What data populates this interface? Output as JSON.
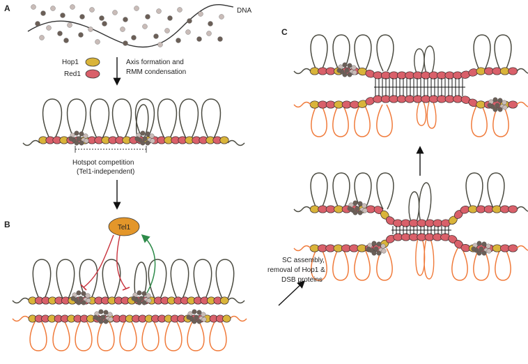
{
  "panels": {
    "a": "A",
    "b": "B",
    "c": "C"
  },
  "labels": {
    "dna": "DNA",
    "hop1": "Hop1",
    "red1": "Red1",
    "axis_line1": "Axis formation and",
    "axis_line2": "RMM condensation",
    "hotspot_line1": "Hotspot competition",
    "hotspot_line2": "(Tel1-independent)",
    "tel1": "Tel1",
    "sc_line1": "SC assembly,",
    "sc_line2": "removal of Hop1 &",
    "sc_line3": "DSB proteins"
  },
  "colors": {
    "hop1": "#d9b43a",
    "red1": "#d9606a",
    "tel1": "#e3962a",
    "chrom1_loop": "#4a4a40",
    "chrom2_loop": "#f07a3a",
    "dsb_dark": "#6b5f57",
    "dsb_light": "#c9bcb8",
    "inhibit": "#c8323c",
    "activate": "#2e8b4a"
  }
}
